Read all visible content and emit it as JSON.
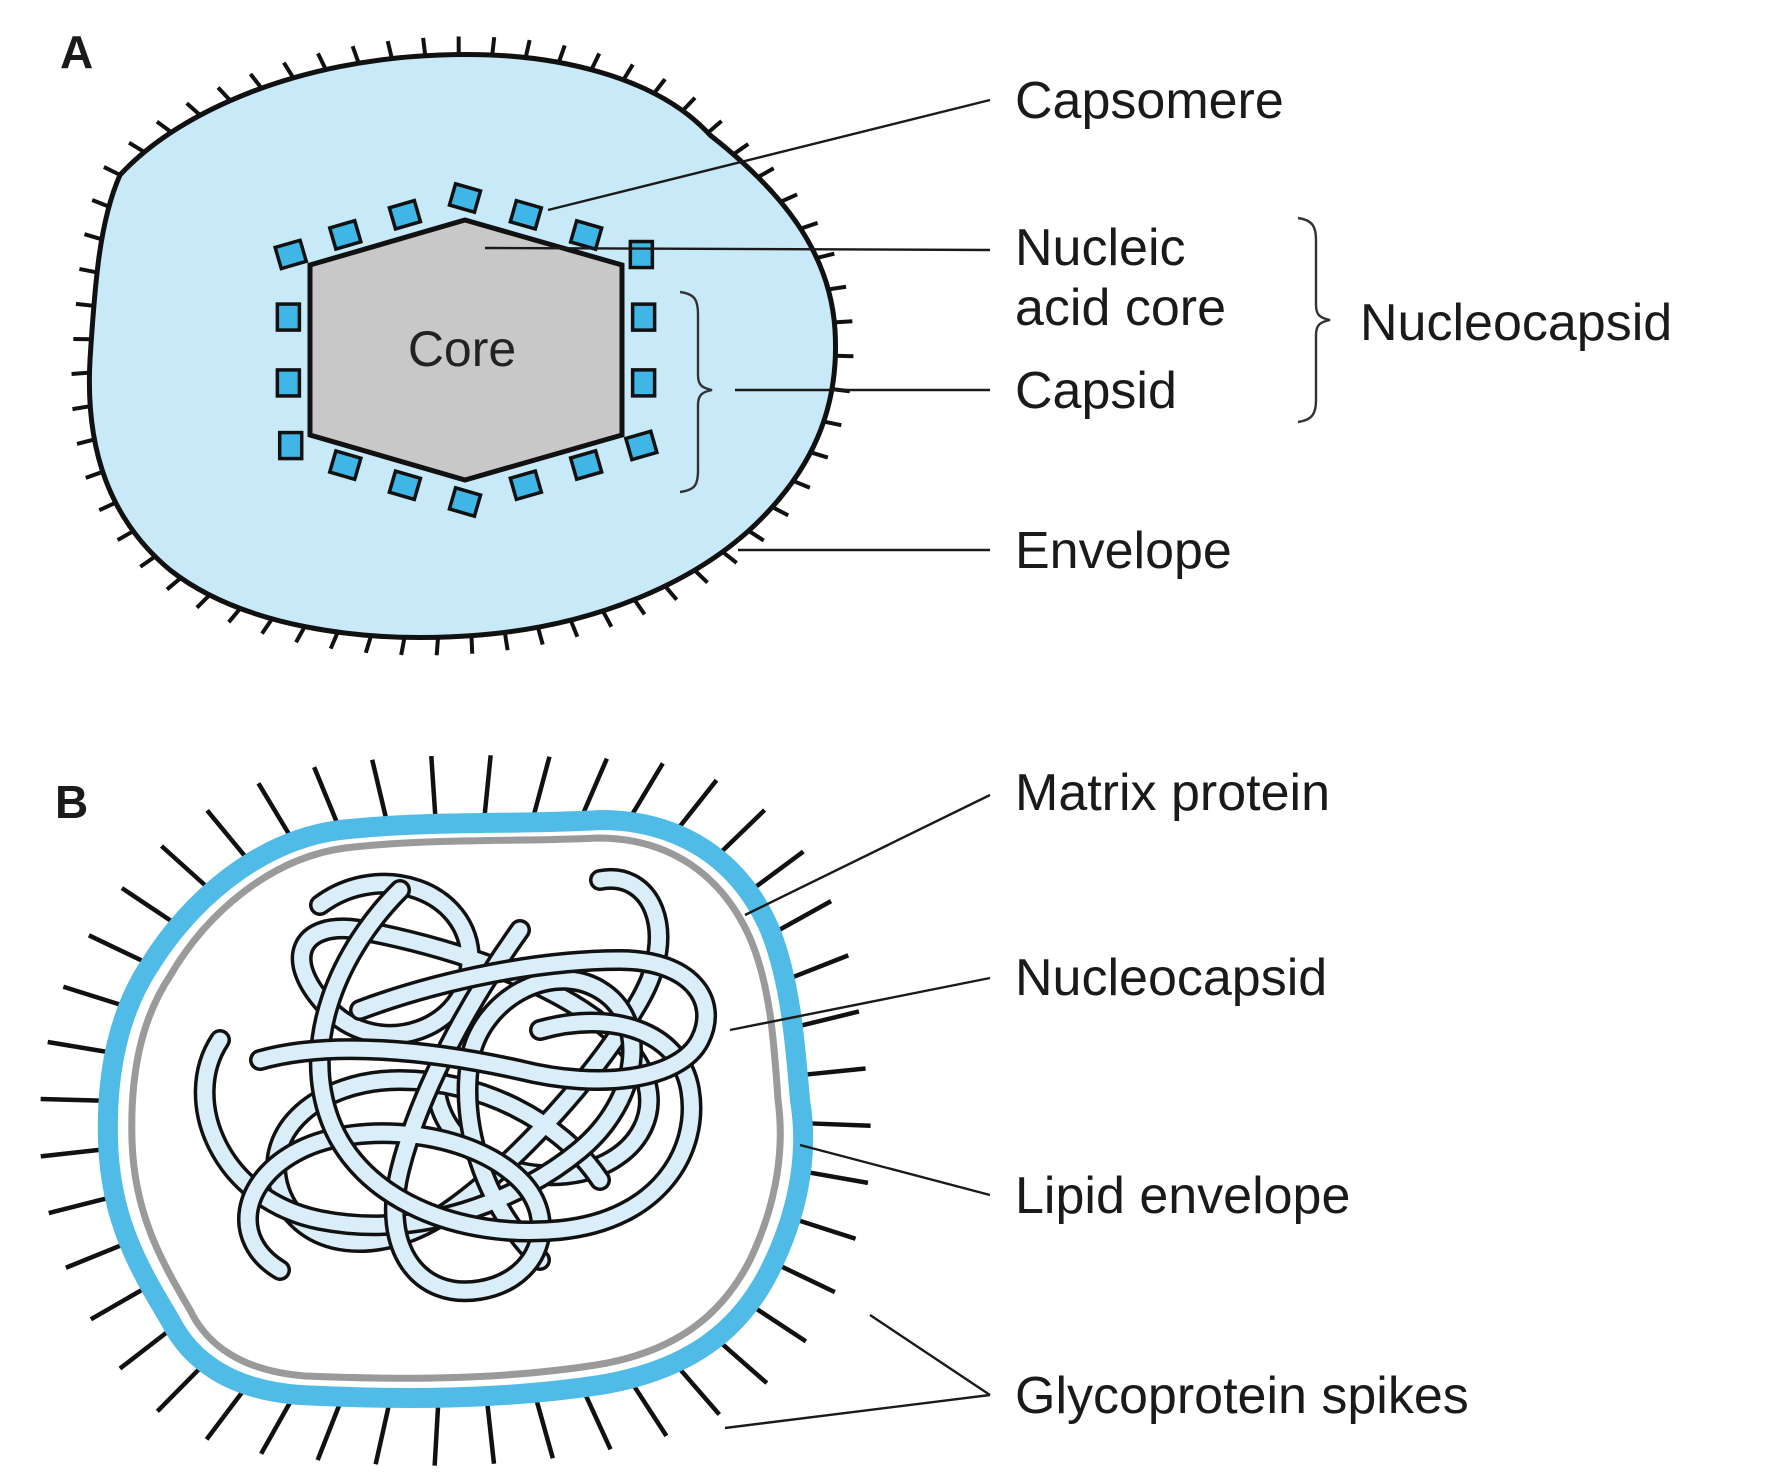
{
  "panel_a": {
    "letter": "A",
    "core_text": "Core",
    "labels": {
      "capsomere": "Capsomere",
      "nucleic_line1": "Nucleic",
      "nucleic_line2": "acid core",
      "capsid": "Capsid",
      "envelope": "Envelope",
      "nucleocapsid": "Nucleocapsid"
    }
  },
  "panel_b": {
    "letter": "B",
    "labels": {
      "matrix_protein": "Matrix protein",
      "nucleocapsid": "Nucleocapsid",
      "lipid_envelope": "Lipid envelope",
      "glycoprotein_spikes": "Glycoprotein spikes"
    }
  },
  "colors": {
    "envelope_fill": "#c8e9f8",
    "capsomere_fill": "#3fb6e5",
    "core_fill": "#c8c8c8",
    "outline": "#111111",
    "lipid_blue": "#4fbbe6",
    "matrix_gray": "#9a9a9a",
    "tube_fill": "#d9eef9"
  }
}
